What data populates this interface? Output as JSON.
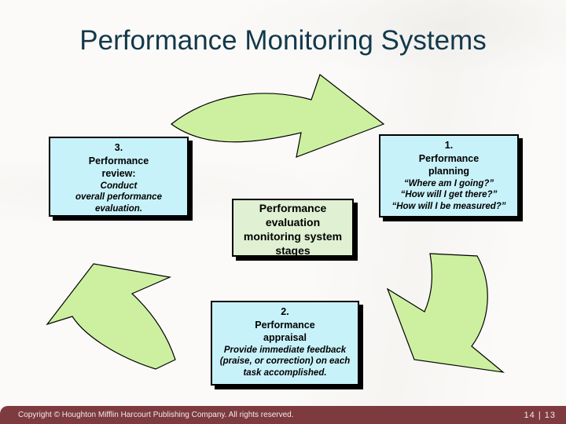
{
  "slide": {
    "title": "Performance Monitoring Systems"
  },
  "diagram": {
    "center_label": "Performance\nevaluation\nmonitoring system\nstages",
    "stage1": {
      "heading": "1.\nPerformance\nplanning",
      "body": "“Where am I going?”\n“How will I get there?”\n“How will I be measured?”"
    },
    "stage2": {
      "heading": "2.\nPerformance\nappraisal",
      "body": "Provide immediate feedback\n(praise, or correction) on each\ntask accomplished."
    },
    "stage3": {
      "heading": "3.\nPerformance\nreview:",
      "body": "Conduct\noverall performance\nevaluation."
    },
    "arrows": [
      {
        "name": "cycle-arrow-top",
        "direction": "right",
        "from": "stage3",
        "to": "stage1"
      },
      {
        "name": "cycle-arrow-right",
        "direction": "down-left",
        "from": "stage1",
        "to": "stage2"
      },
      {
        "name": "cycle-arrow-left",
        "direction": "up-left",
        "from": "stage2",
        "to": "stage3"
      }
    ]
  },
  "footer": {
    "copyright": "Copyright © Houghton Mifflin Harcourt Publishing Company. All rights reserved.",
    "page": "14 | 13"
  },
  "colors": {
    "title": "#12394a",
    "box-blue": "#c8f2fa",
    "box-green": "#e0f0d2",
    "arrow-green": "#cdf0a0",
    "shape-border": "#000000",
    "footer-bar": "#7d3b40",
    "footer-text": "#f2e9e9"
  }
}
